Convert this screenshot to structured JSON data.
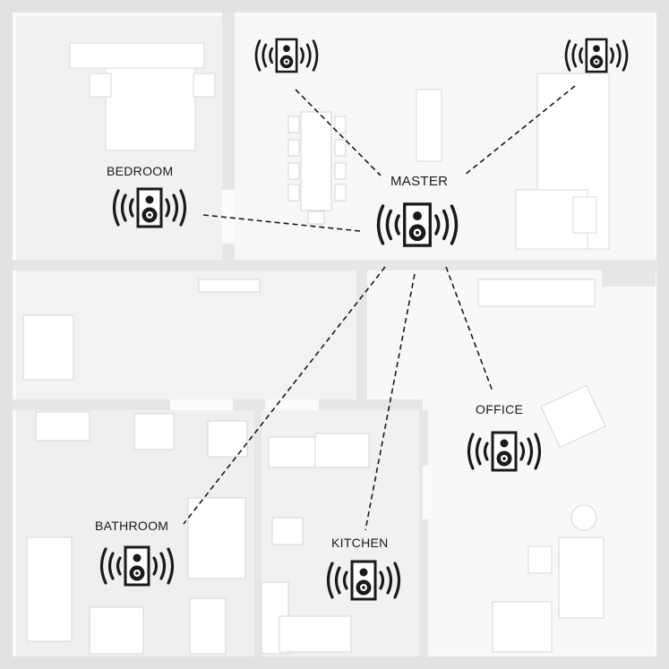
{
  "speakers": {
    "master": {
      "label": "MASTER",
      "icon": "speaker-icon"
    },
    "bedroom": {
      "label": "BEDROOM",
      "icon": "speaker-icon"
    },
    "office": {
      "label": "OFFICE",
      "icon": "speaker-icon"
    },
    "bathroom": {
      "label": "BATHROOM",
      "icon": "speaker-icon"
    },
    "kitchen": {
      "label": "KITCHEN",
      "icon": "speaker-icon"
    },
    "living_left": {
      "label": "",
      "icon": "speaker-icon"
    },
    "living_right": {
      "label": "",
      "icon": "speaker-icon"
    }
  },
  "colors": {
    "floor": "#fbfbfb",
    "wall": "#e4e4e4",
    "furniture": "#ffffff",
    "speaker": "#1a1a1a",
    "link_line": "#1a1a1a"
  }
}
